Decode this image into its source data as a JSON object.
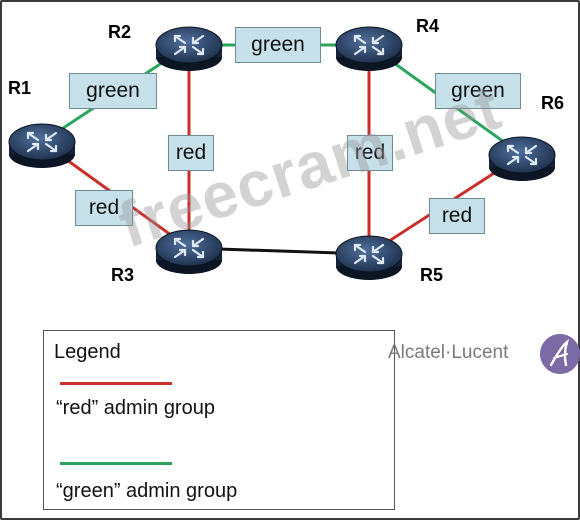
{
  "routers": [
    {
      "id": "R1",
      "label": "R1"
    },
    {
      "id": "R2",
      "label": "R2"
    },
    {
      "id": "R3",
      "label": "R3"
    },
    {
      "id": "R4",
      "label": "R4"
    },
    {
      "id": "R5",
      "label": "R5"
    },
    {
      "id": "R6",
      "label": "R6"
    }
  ],
  "links": [
    {
      "from": "R1",
      "to": "R2",
      "group": "green",
      "label": "green"
    },
    {
      "from": "R2",
      "to": "R4",
      "group": "green",
      "label": "green"
    },
    {
      "from": "R4",
      "to": "R6",
      "group": "green",
      "label": "green"
    },
    {
      "from": "R1",
      "to": "R3",
      "group": "red",
      "label": "red"
    },
    {
      "from": "R2",
      "to": "R3",
      "group": "red",
      "label": "red"
    },
    {
      "from": "R4",
      "to": "R5",
      "group": "red",
      "label": "red"
    },
    {
      "from": "R5",
      "to": "R6",
      "group": "red",
      "label": "red"
    },
    {
      "from": "R3",
      "to": "R5",
      "group": "none",
      "label": ""
    }
  ],
  "legend": {
    "title": "Legend",
    "items": [
      {
        "label": "“red” admin group",
        "color": "#c9302c"
      },
      {
        "label": "“green” admin group",
        "color": "#2aa55b"
      }
    ]
  },
  "brand": "Alcatel·Lucent",
  "watermark": "freecram.net",
  "colors": {
    "red": "#c9302c",
    "green": "#2aa55b",
    "plain": "#111111",
    "router": "#263a5c"
  }
}
